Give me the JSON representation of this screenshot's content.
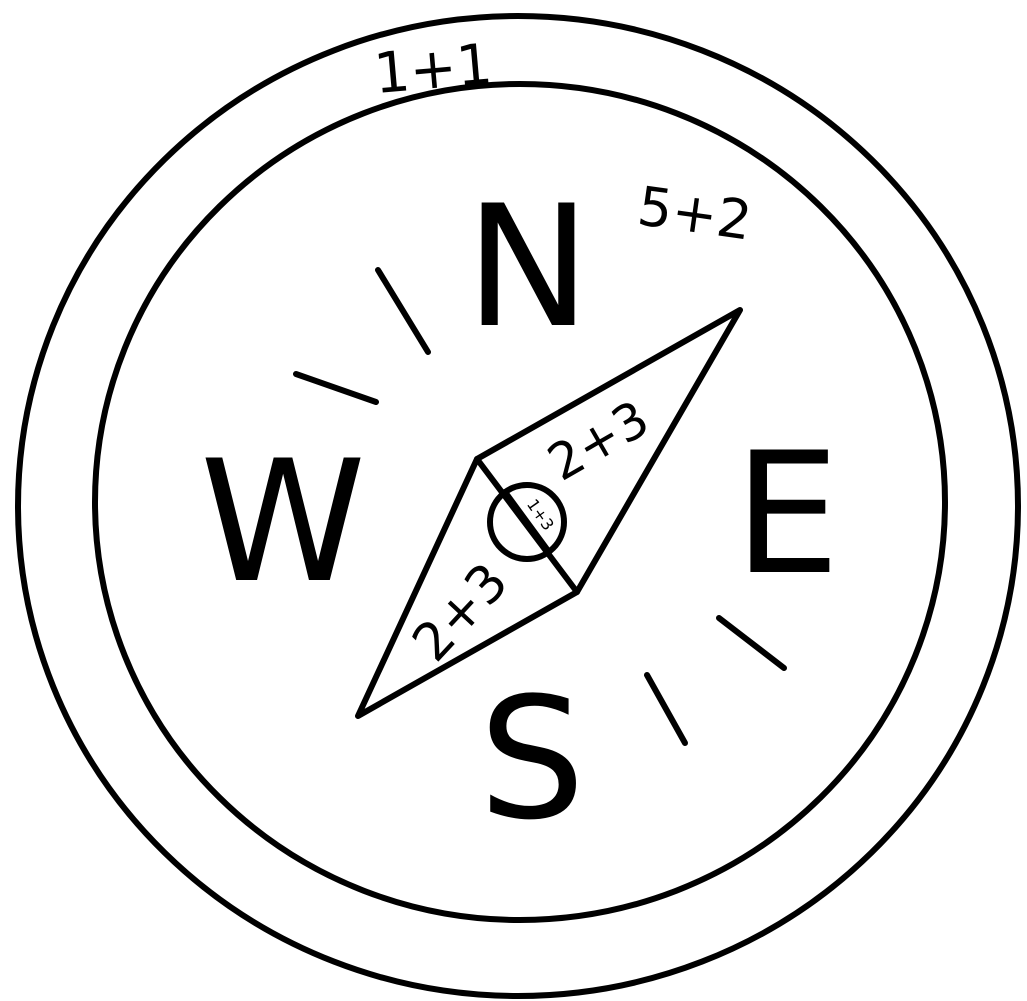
{
  "colors": {
    "ink": "#000000",
    "background": "#ffffff"
  },
  "cardinals": {
    "north": "N",
    "east": "E",
    "south": "S",
    "west": "W"
  },
  "labels": {
    "outer_ring": "1+1",
    "upper_right": "5+2",
    "needle_upper_half": "2+3",
    "needle_lower_half": "2+3",
    "center_pivot": "1+3"
  }
}
